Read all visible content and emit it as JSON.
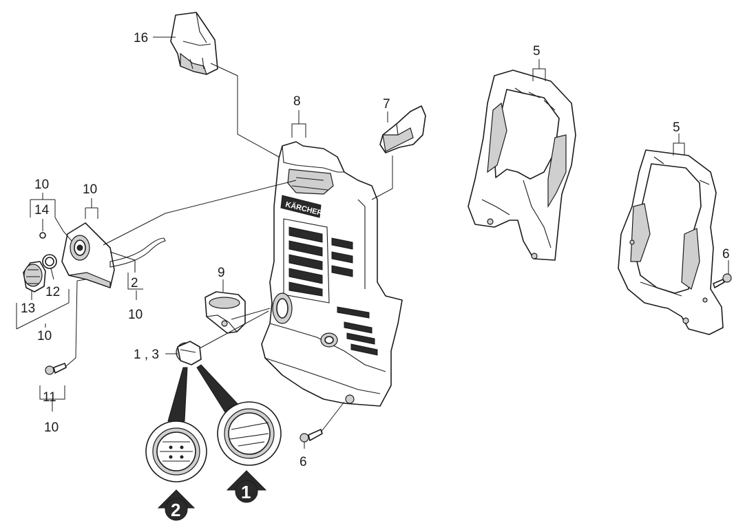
{
  "labels": {
    "part16": "16",
    "part8": "8",
    "part7": "7",
    "part5a": "5",
    "part5b": "5",
    "part6a": "6",
    "part6b": "6",
    "part9": "9",
    "part13": "3",
    "part13_prefix": "1 , ",
    "part10a": "10",
    "part14": "14",
    "part10b": "10",
    "part2": "2",
    "part10c": "10",
    "part12": "12",
    "part13b": "13",
    "part10d": "10",
    "part11": "11",
    "part10e": "10"
  },
  "badges": {
    "badge1": "1",
    "badge2": "2"
  },
  "brand": "KÄRCHER"
}
